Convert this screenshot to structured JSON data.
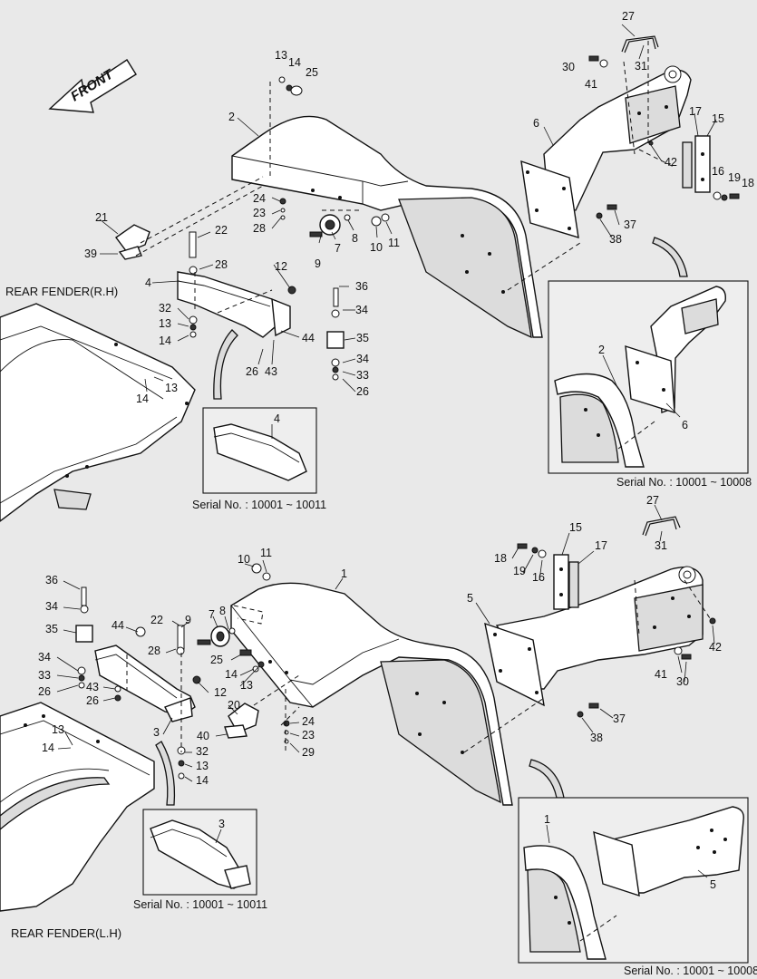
{
  "front_label": "FRONT",
  "section_labels": {
    "rh": "REAR FENDER(R.H)",
    "lh": "REAR FENDER(L.H)"
  },
  "captions": {
    "upper_bracket": "Serial No. : 10001 ~ 10011",
    "upper_mount": "Serial No. : 10001 ~ 10008",
    "lower_bracket": "Serial No. : 10001 ~ 10011",
    "lower_mount": "Serial No. : 10001 ~ 10008"
  },
  "callouts_upper": {
    "p27": "27",
    "p30": "30",
    "p31": "31",
    "p41": "41",
    "p6": "6",
    "p17": "17",
    "p15": "15",
    "p16": "16",
    "p19": "19",
    "p18": "18",
    "p42": "42",
    "p37": "37",
    "p38": "38",
    "p13a": "13",
    "p14a": "14",
    "p25": "25",
    "p2": "2",
    "p24": "24",
    "p23": "23",
    "p28a": "28",
    "p7": "7",
    "p8": "8",
    "p9": "9",
    "p10": "10",
    "p11": "11",
    "p21": "21",
    "p22": "22",
    "p39": "39",
    "p28b": "28",
    "p4": "4",
    "p12": "12",
    "p36": "36",
    "p34a": "34",
    "p32": "32",
    "p13b": "13",
    "p14b": "14",
    "p44": "44",
    "p35": "35",
    "p34b": "34",
    "p33": "33",
    "p26a": "26",
    "p26b": "26",
    "p43": "43",
    "p14c": "14",
    "p13c": "13",
    "inset_4": "4",
    "inset_2": "2",
    "inset_6": "6"
  },
  "callouts_lower": {
    "p27": "27",
    "p31": "31",
    "p15": "15",
    "p17": "17",
    "p18": "18",
    "p19": "19",
    "p16": "16",
    "p5": "5",
    "p42": "42",
    "p41": "41",
    "p30": "30",
    "p37": "37",
    "p38": "38",
    "p10": "10",
    "p11": "11",
    "p1": "1",
    "p36": "36",
    "p34a": "34",
    "p35": "35",
    "p44": "44",
    "p22": "22",
    "p9": "9",
    "p7": "7",
    "p8": "8",
    "p34b": "34",
    "p33": "33",
    "p26a": "26",
    "p43": "43",
    "p26b": "26",
    "p28": "28",
    "p25": "25",
    "p14a": "14",
    "p13a": "13",
    "p12": "12",
    "p20": "20",
    "p3": "3",
    "p40": "40",
    "p24": "24",
    "p23": "23",
    "p29": "29",
    "p32": "32",
    "p13b": "13",
    "p14b": "14",
    "p13c": "13",
    "p14c": "14",
    "inset_3": "3",
    "inset_1": "1",
    "inset_5": "5"
  }
}
